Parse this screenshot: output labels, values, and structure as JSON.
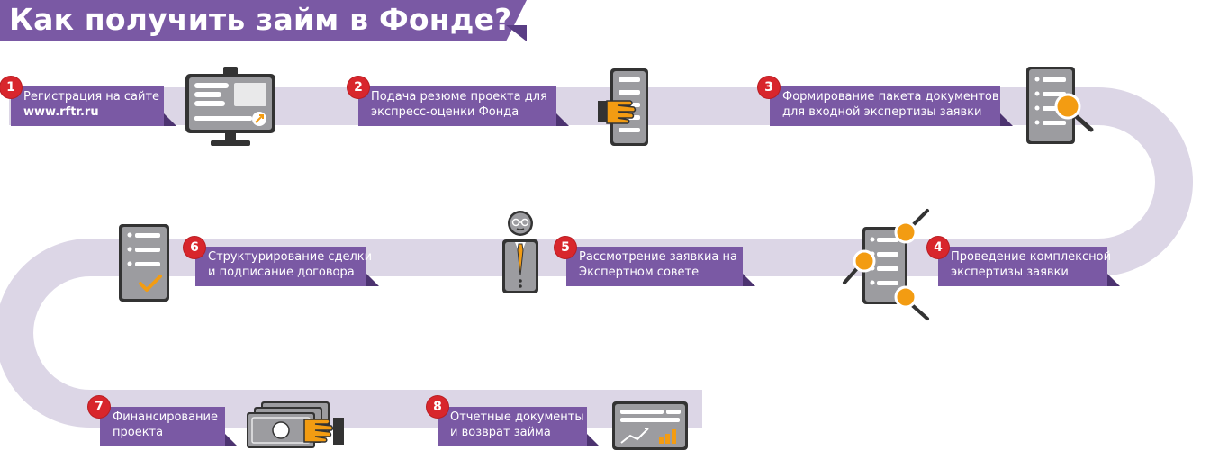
{
  "title": "Как получить займ в Фонде?",
  "colors": {
    "accent": "#7a59a4",
    "accent_dark": "#4c3370",
    "road": "#dcd6e6",
    "badge": "#d8262c",
    "icon_gray": "#9c9ca0",
    "icon_dark": "#333333",
    "highlight": "#f39c12"
  },
  "steps": [
    {
      "number": "1",
      "lines": [
        "Регистрация на сайте",
        "www.rftr.ru"
      ],
      "icon": "monitor-icon"
    },
    {
      "number": "2",
      "lines": [
        "Подача резюме проекта для",
        "экспресс-оценки Фонда"
      ],
      "icon": "document-with-hand-icon"
    },
    {
      "number": "3",
      "lines": [
        "Формирование пакета документов",
        "для входной экспертизы заявки"
      ],
      "icon": "document-magnifier-icon"
    },
    {
      "number": "4",
      "lines": [
        "Проведение комплексной",
        "экспертизы заявки"
      ],
      "icon": "document-multiple-magnifiers-icon"
    },
    {
      "number": "5",
      "lines": [
        "Рассмотрение заявкиа на",
        "Экспертном совете"
      ],
      "icon": "expert-person-icon"
    },
    {
      "number": "6",
      "lines": [
        "Структурирование сделки",
        "и подписание договора"
      ],
      "icon": "document-checkmark-icon"
    },
    {
      "number": "7",
      "lines": [
        "Финансирование",
        "проекта"
      ],
      "icon": "banknotes-with-hand-icon"
    },
    {
      "number": "8",
      "lines": [
        "Отчетные документы",
        "и возврат займа"
      ],
      "icon": "report-charts-icon"
    }
  ]
}
